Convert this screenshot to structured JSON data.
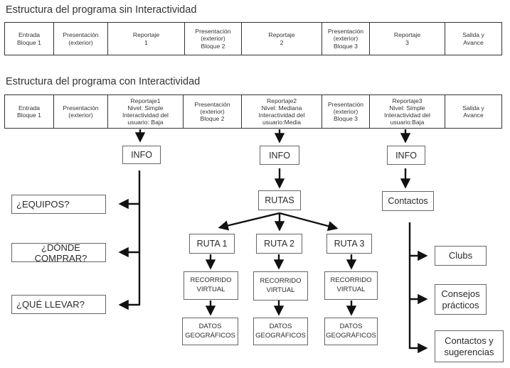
{
  "section_without": {
    "title": "Estructura del programa sin Interactividad",
    "cells": [
      "Entrada\nBloque 1",
      "Presentación\n(exterior)",
      "Reportaje\n1",
      "Presentación\n(exterior)\nBloque 2",
      "Reportaje\n2",
      "Presentación\n(exterior)\nBloque 3",
      "Reportaje\n3",
      "Salida y\nAvance"
    ]
  },
  "section_with": {
    "title": "Estructura del programa con Interactividad",
    "cells": [
      "Entrada\nBloque 1",
      "Presentación\n(exterior)",
      "Reportaje1\nNivel: Simple\nInteractividad del\nusuario: Baja",
      "Presentación\n(exterior)\nBloque 2",
      "Reportaje2\nNivel: Mediana\nInteractividad del\nusuario:Media",
      "Presentación\n(exterior)\nBloque 3",
      "Reportaje3\nNivel: Simple\nInteractividad del\nusuario:Baja",
      "Salida y\nAvance"
    ]
  },
  "branch1": {
    "info": "INFO",
    "items": [
      "¿EQUIPOS?",
      "¿DÓNDE COMPRAR?",
      "¿QUÉ LLEVAR?"
    ]
  },
  "branch2": {
    "info": "INFO",
    "rutas": "RUTAS",
    "routes": [
      {
        "label": "RUTA 1",
        "tour": "RECORRIDO\nVIRTUAL",
        "data": "DATOS\nGEOGRÁFICOS"
      },
      {
        "label": "RUTA 2",
        "tour": "RECORRIDO\nVIRTUAL",
        "data": "DATOS\nGEOGRÁFICOS"
      },
      {
        "label": "RUTA 3",
        "tour": "RECORRIDO\nVIRTUAL",
        "data": "DATOS\nGEOGRÁFICOS"
      }
    ]
  },
  "branch3": {
    "info": "INFO",
    "contactos": "Contactos",
    "items": [
      "Clubs",
      "Consejos\nprácticos",
      "Contactos y\nsugerencias"
    ]
  },
  "colors": {
    "line": "#111111",
    "border": "#666666",
    "text": "#2a2a2a"
  }
}
